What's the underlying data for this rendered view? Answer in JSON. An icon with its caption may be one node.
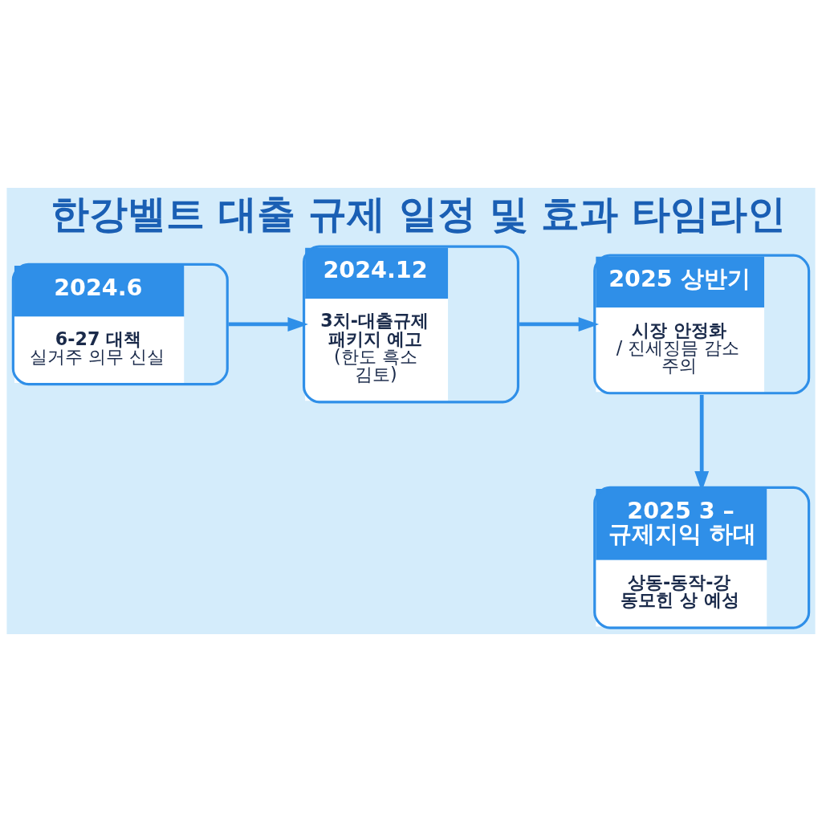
{
  "diagram": {
    "title": "한강벨트 대출 규제 일정 및 효과 타임라인",
    "nodes": [
      {
        "text": [
          "2024.6",
          "6-27 대책",
          "실거주 의무 신실"
        ]
      },
      {
        "text": [
          "2024.12",
          "3치-대츨규제 패키지 예고",
          "(한도 흑소 김토)"
        ]
      },
      {
        "text": [
          "2025 상반기",
          "시장 안정화",
          "/ 진세징믐 감소 주의"
        ]
      },
      {
        "text": [
          "2025 3 – 규제지익 하대",
          "상동-동작-강 동모힌 상 예성"
        ]
      }
    ],
    "edges": [
      {
        "from": 0,
        "to": 1,
        "arrow": "to"
      },
      {
        "from": 1,
        "to": 2,
        "arrow": "to"
      },
      {
        "from": 2,
        "to": 3,
        "arrow": "to"
      }
    ]
  }
}
